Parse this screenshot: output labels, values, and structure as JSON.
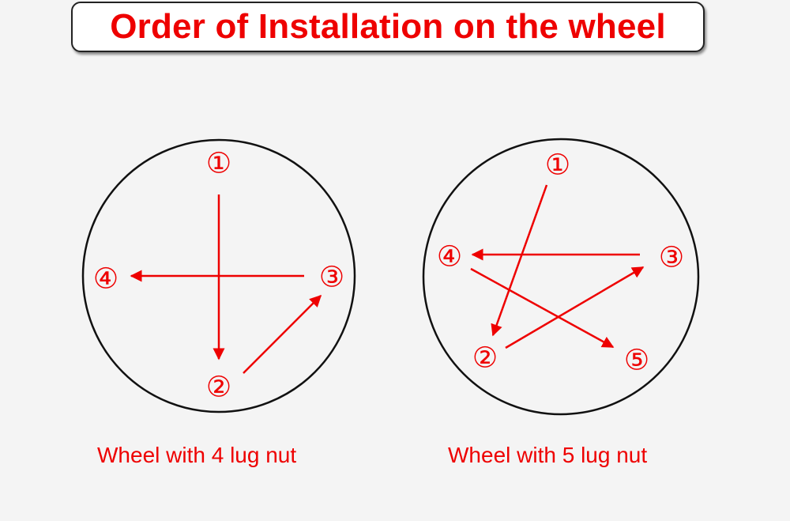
{
  "title": "Order of Installation on the wheel",
  "colors": {
    "accent": "#ee0000",
    "outline": "#111111",
    "background": "#f4f4f4"
  },
  "wheels": [
    {
      "caption": "Wheel with 4 lug nut",
      "nuts": [
        {
          "label": "①",
          "order": 1
        },
        {
          "label": "②",
          "order": 2
        },
        {
          "label": "③",
          "order": 3
        },
        {
          "label": "④",
          "order": 4
        }
      ],
      "sequence": [
        1,
        2,
        3,
        4
      ]
    },
    {
      "caption": "Wheel with 5 lug nut",
      "nuts": [
        {
          "label": "①",
          "order": 1
        },
        {
          "label": "②",
          "order": 2
        },
        {
          "label": "③",
          "order": 3
        },
        {
          "label": "④",
          "order": 4
        },
        {
          "label": "⑤",
          "order": 5
        }
      ],
      "sequence": [
        1,
        2,
        3,
        4,
        5
      ]
    }
  ]
}
